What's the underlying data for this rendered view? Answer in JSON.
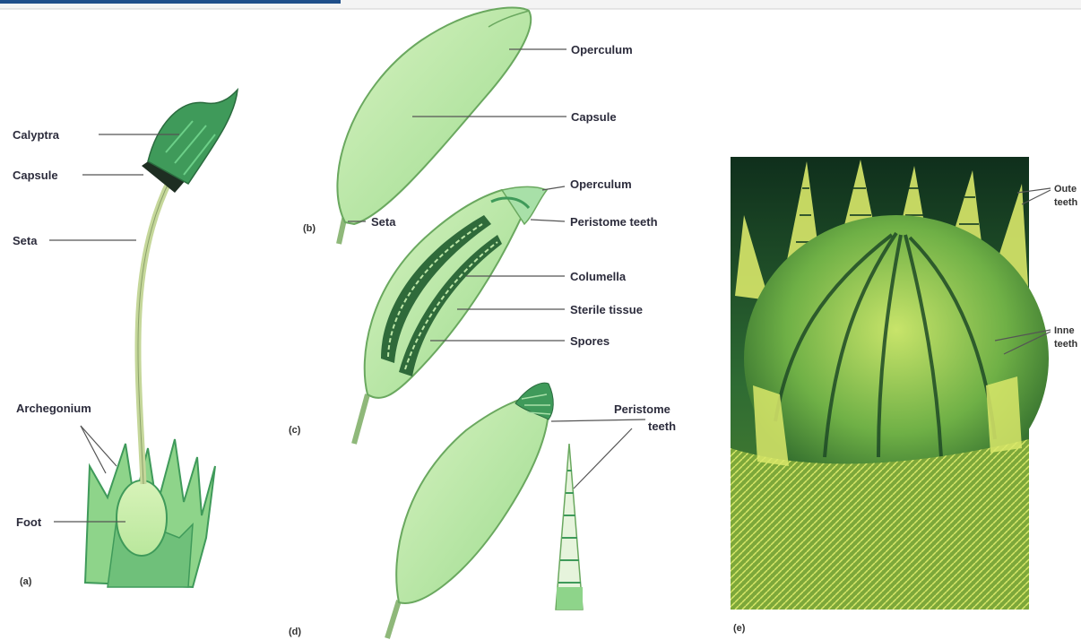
{
  "header": {
    "partial_title": ""
  },
  "panel_a": {
    "panel_label": "(a)",
    "labels": {
      "calyptra": "Calyptra",
      "capsule": "Capsule",
      "seta": "Seta",
      "archegonium": "Archegonium",
      "foot": "Foot"
    }
  },
  "panel_b": {
    "panel_label": "(b)",
    "labels": {
      "operculum": "Operculum",
      "capsule": "Capsule",
      "seta": "Seta"
    }
  },
  "panel_c": {
    "panel_label": "(c)",
    "labels": {
      "operculum": "Operculum",
      "peristome_teeth": "Peristome teeth",
      "columella": "Columella",
      "sterile_tissue": "Sterile tissue",
      "spores": "Spores"
    }
  },
  "panel_d": {
    "panel_label": "(d)",
    "labels": {
      "peristome_line1": "Peristome",
      "peristome_line2": "teeth"
    }
  },
  "panel_e": {
    "panel_label": "(e)",
    "labels": {
      "outer_line1": "Oute",
      "outer_line2": "teeth",
      "inner_line1": "Inne",
      "inner_line2": "teeth"
    }
  },
  "colors": {
    "light_green": "#c8ecb0",
    "mid_green": "#8ed48a",
    "dark_green": "#3f9a5a",
    "photo_bg": "#123a22",
    "photo_yellow": "#d9e86a"
  }
}
